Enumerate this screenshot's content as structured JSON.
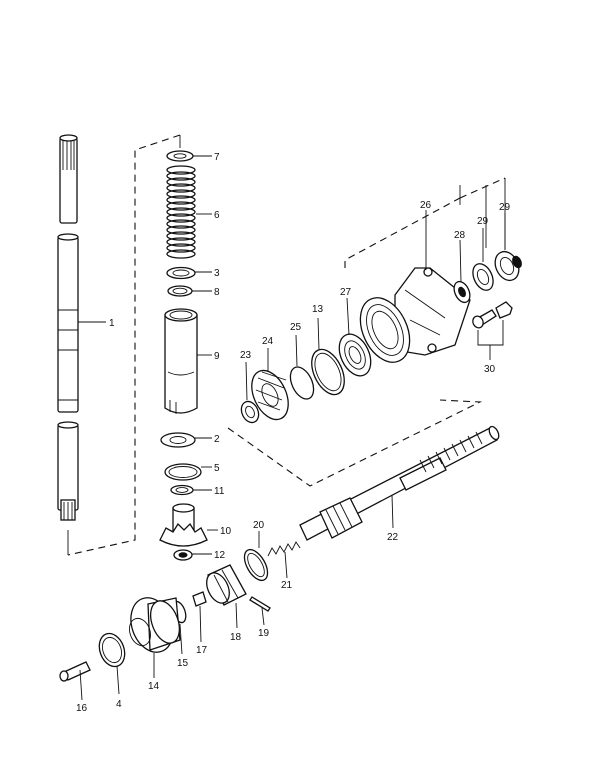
{
  "diagram": {
    "labels": [
      "1",
      "2",
      "3",
      "4",
      "5",
      "6",
      "7",
      "8",
      "9",
      "10",
      "11",
      "12",
      "13",
      "14",
      "15",
      "16",
      "17",
      "18",
      "19",
      "20",
      "21",
      "22",
      "23",
      "24",
      "25",
      "26",
      "27",
      "28",
      "29",
      "29",
      "30"
    ]
  }
}
